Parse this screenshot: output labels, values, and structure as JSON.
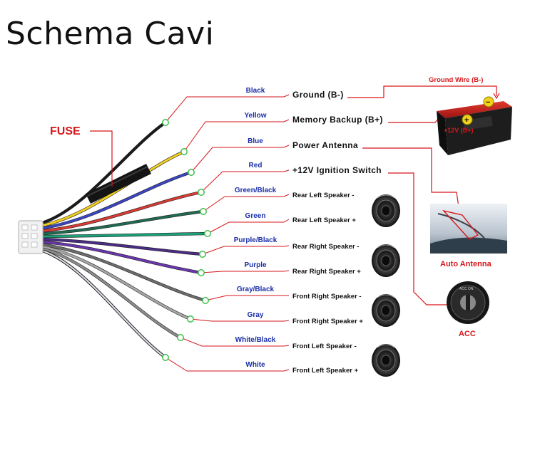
{
  "title": "Schema Cavi",
  "fuse_label": "FUSE",
  "ground_wire_label": "Ground Wire (B-)",
  "battery_label": "+12V (B+)",
  "auto_antenna_label": "Auto Antenna",
  "acc_label": "ACC",
  "wires": [
    {
      "color_name": "Black",
      "function": "Ground (B-)",
      "hex": "#1a1a1a"
    },
    {
      "color_name": "Yellow",
      "function": "Memory Backup (B+)",
      "hex": "#f2cf1d"
    },
    {
      "color_name": "Blue",
      "function": "Power Antenna",
      "hex": "#3b45c4"
    },
    {
      "color_name": "Red",
      "function": "+12V Ignition Switch",
      "hex": "#d83a34"
    },
    {
      "color_name": "Green/Black",
      "function": "Rear Left Speaker -",
      "hex": "#1f6a52"
    },
    {
      "color_name": "Green",
      "function": "Rear Left Speaker +",
      "hex": "#1aa37a"
    },
    {
      "color_name": "Purple/Black",
      "function": "Rear Right Speaker -",
      "hex": "#4b2c86"
    },
    {
      "color_name": "Purple",
      "function": "Rear Right Speaker +",
      "hex": "#6a36b0"
    },
    {
      "color_name": "Gray/Black",
      "function": "Front Right Speaker -",
      "hex": "#6d6d6d"
    },
    {
      "color_name": "Gray",
      "function": "Front Right Speaker +",
      "hex": "#a7a7a7"
    },
    {
      "color_name": "White/Black",
      "function": "Front Left Speaker -",
      "hex": "#8c8c8c"
    },
    {
      "color_name": "White",
      "function": "Front Left Speaker +",
      "hex": "#d9dde4"
    }
  ],
  "colors": {
    "callout_line": "#d7161b",
    "label_blue": "#1b2fa8",
    "marker_green": "#3ac04a",
    "battery_body": "#1a1a1a",
    "battery_top": "#c21c1c"
  }
}
